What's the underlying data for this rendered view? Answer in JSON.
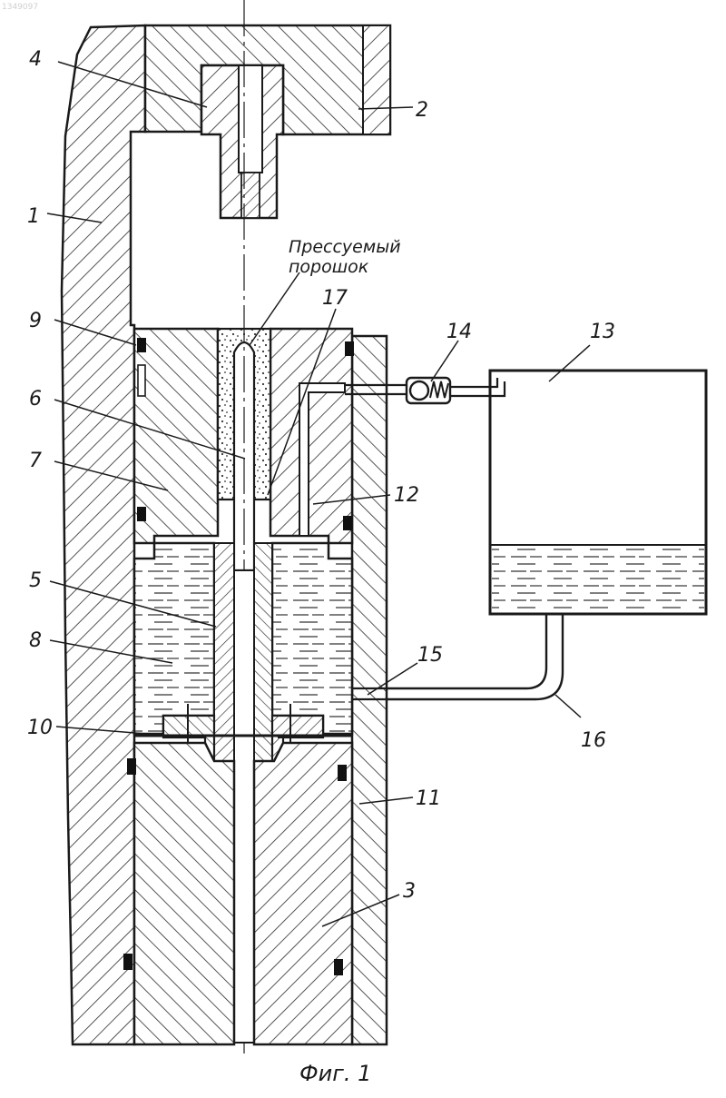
{
  "document_id": "1349097",
  "labels": {
    "l1": "1",
    "l2": "2",
    "l3": "3",
    "l4": "4",
    "l5": "5",
    "l6": "6",
    "l7": "7",
    "l8": "8",
    "l9": "9",
    "l10": "10",
    "l11": "11",
    "l12": "12",
    "l13": "13",
    "l14": "14",
    "l15": "15",
    "l16": "16",
    "l17": "17"
  },
  "powder_label_line1": "Прессуемый",
  "powder_label_line2": "порошок",
  "caption": "Фиг. 1",
  "colors": {
    "ink": "#1a1a1a",
    "paper": "#ffffff",
    "hatch": "#2a2a2a"
  }
}
